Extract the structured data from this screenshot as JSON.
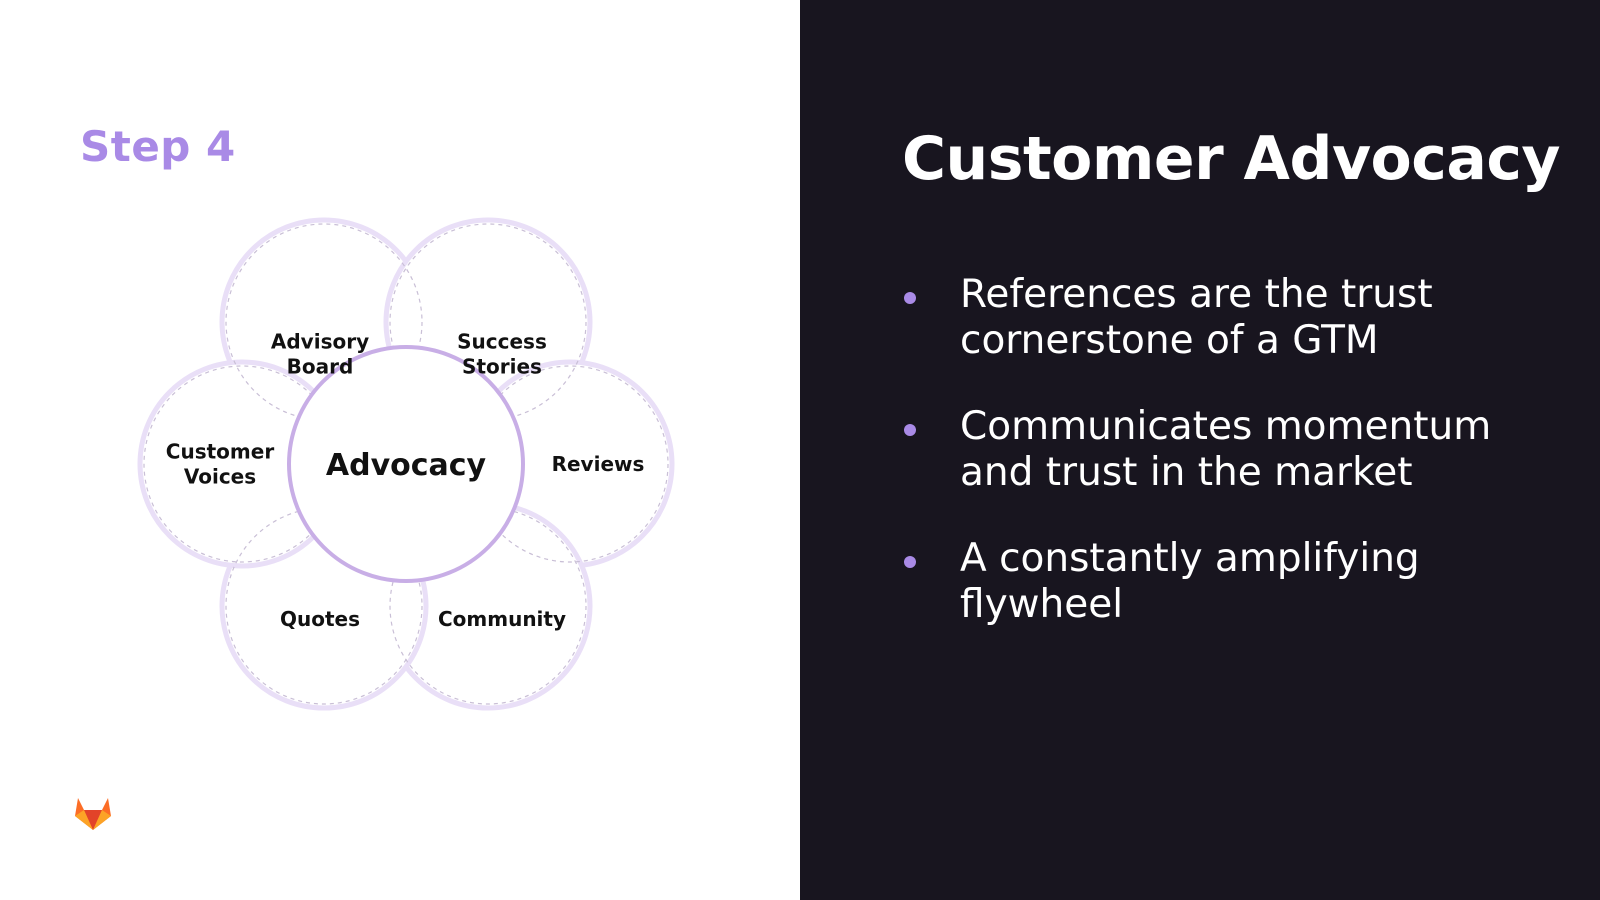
{
  "step_label": "Step 4",
  "title": "Customer Advocacy",
  "bullets": [
    "References are the trust cornerstone of a GTM",
    "Communicates momentum and trust in the market",
    "A constantly amplifying flywheel"
  ],
  "diagram": {
    "center": "Advocacy",
    "petals": [
      [
        "Advisory",
        "Board"
      ],
      [
        "Success",
        "Stories"
      ],
      [
        "Reviews"
      ],
      [
        "Community"
      ],
      [
        "Quotes"
      ],
      [
        "Customer",
        "Voices"
      ]
    ]
  },
  "colors": {
    "accent": "#a98ae6",
    "dark_bg": "#18151f",
    "petal_stroke": "#e9dff7",
    "center_stroke": "#c8aee6"
  },
  "logo_icon": "gitlab-fox-icon"
}
